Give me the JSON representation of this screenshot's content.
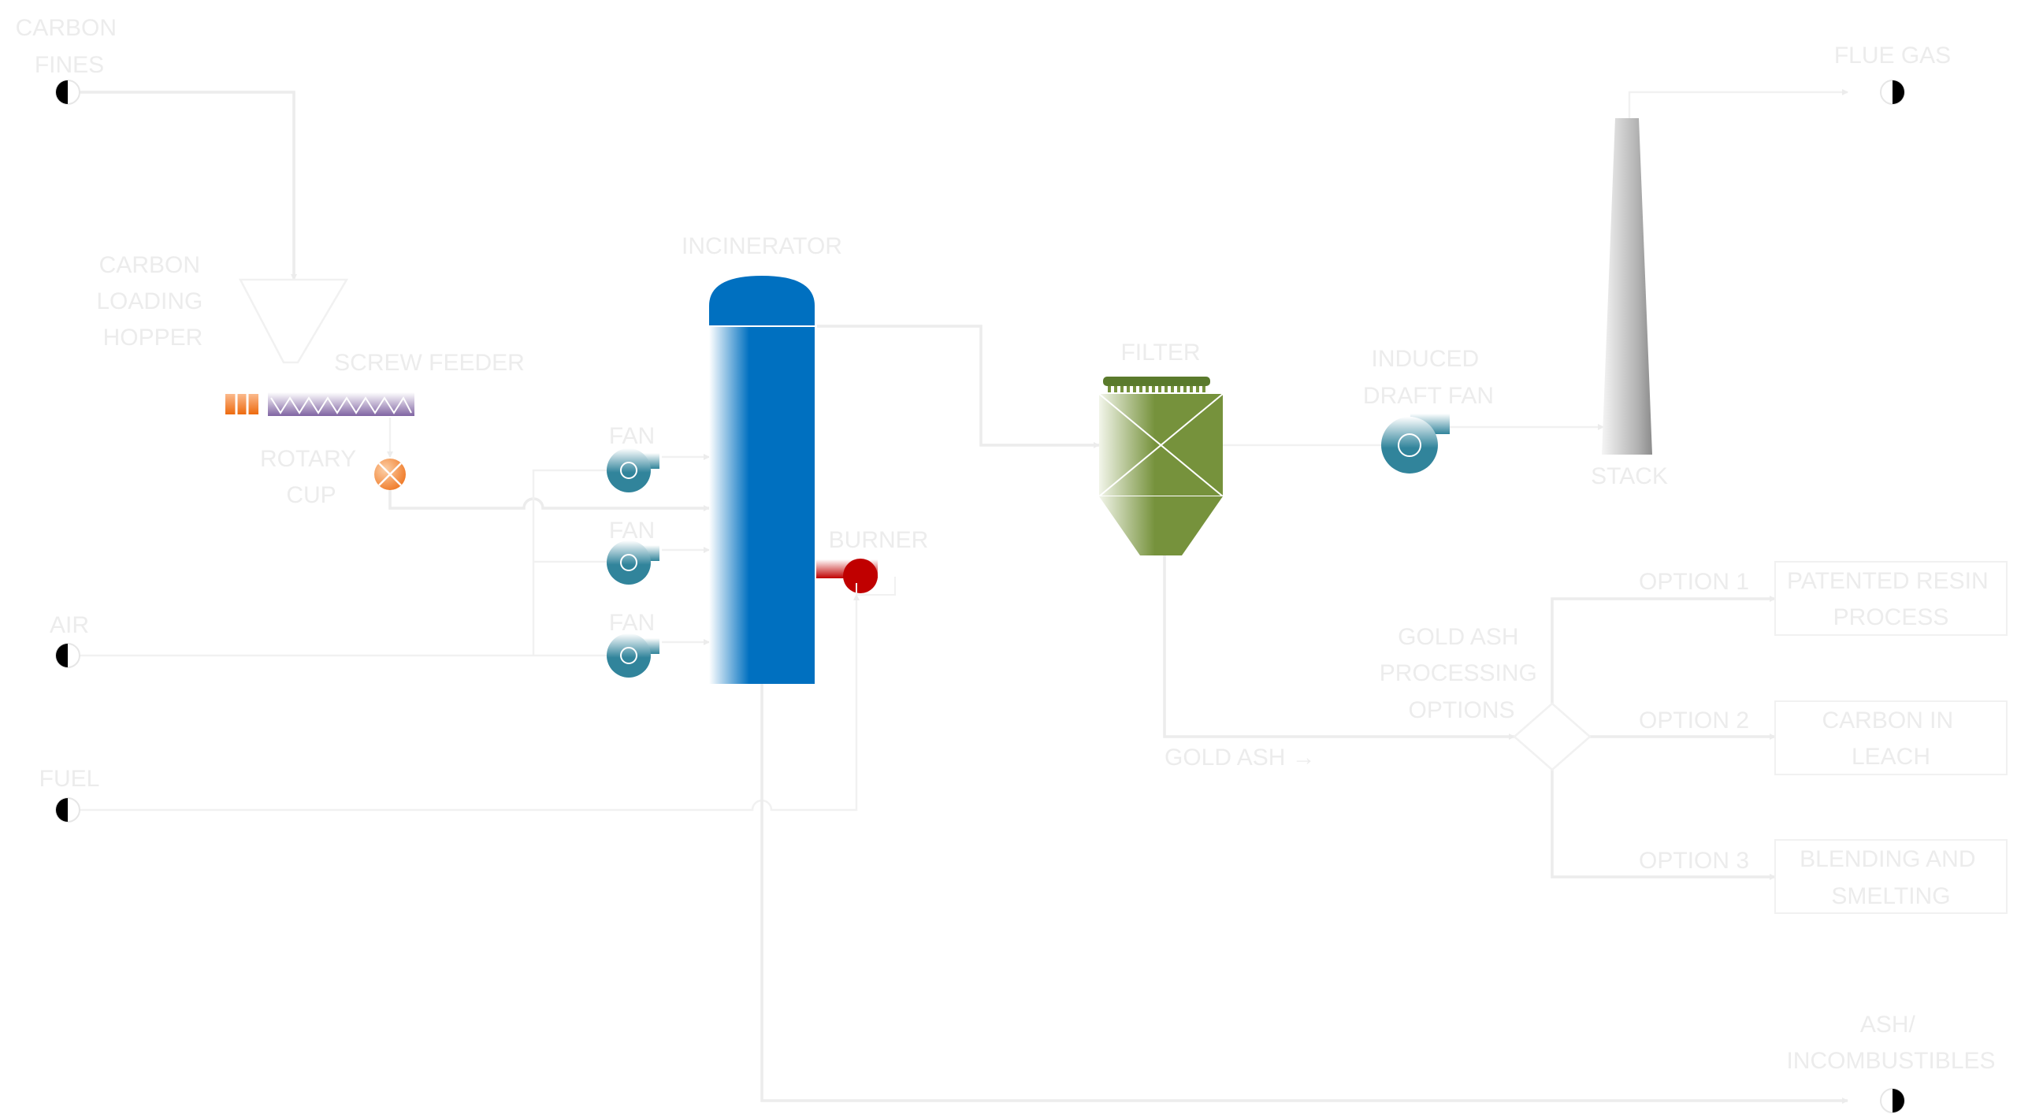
{
  "labels": {
    "carbon_fines": [
      "CARBON",
      "FINES"
    ],
    "flue_gas": "FLUE GAS",
    "hopper": [
      "CARBON",
      "LOADING",
      "HOPPER"
    ],
    "screw_feeder": "SCREW FEEDER",
    "rotary_cup": [
      "ROTARY",
      "CUP"
    ],
    "incinerator": "INCINERATOR",
    "fan_1": "FAN",
    "fan_2": "FAN",
    "fan_3": "FAN",
    "burner": "BURNER",
    "air": "AIR",
    "fuel": "FUEL",
    "filter": "FILTER",
    "induced_draft_fan": [
      "INDUCED",
      "DRAFT FAN"
    ],
    "stack": "STACK",
    "gold_ash": "GOLD ASH →",
    "gold_ash_options": [
      "GOLD ASH",
      "PROCESSING",
      "OPTIONS"
    ],
    "option_1": "OPTION 1",
    "option_2": "OPTION 2",
    "option_3": "OPTION 3",
    "option_1_box": [
      "PATENTED RESIN",
      "PROCESS"
    ],
    "option_2_box": [
      "CARBON IN",
      "LEACH"
    ],
    "option_3_box": [
      "BLENDING AND",
      "SMELTING"
    ],
    "ash": [
      "ASH/",
      "INCOMBUSTIBLES"
    ]
  },
  "colors": {
    "incinerator": "#0070c0",
    "filter": "#76923c",
    "fan": "#31849b",
    "burner": "#c00000",
    "rotary_cup": "#f07c2a",
    "screw_feeder": "#8064a2",
    "feeder_motor": "#ed6a0f",
    "lines": "#ececec",
    "terminal": "#000000"
  }
}
